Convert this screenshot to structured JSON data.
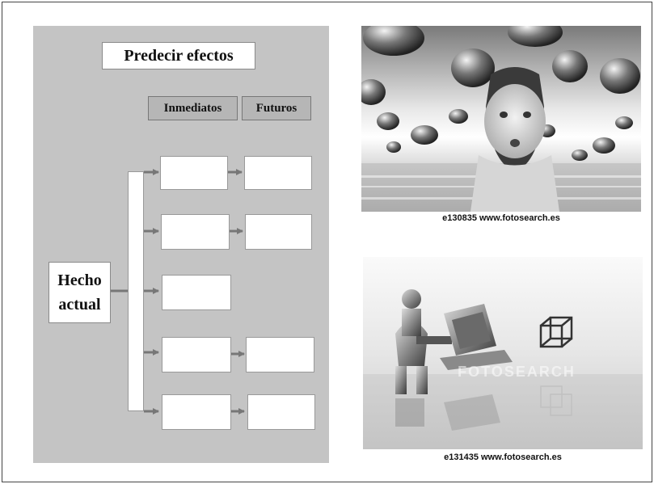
{
  "diagram": {
    "title": "Predecir efectos",
    "columns": {
      "immediate": "Inmediatos",
      "future": "Futuros"
    },
    "source": {
      "line1": "Hecho",
      "line2": "actual"
    },
    "rows": [
      {
        "immediate": "",
        "future": ""
      },
      {
        "immediate": "",
        "future": ""
      },
      {
        "immediate": ""
      },
      {
        "immediate": "",
        "future": ""
      },
      {
        "immediate": "",
        "future": ""
      }
    ]
  },
  "images": [
    {
      "caption": "e130835 www.fotosearch.es"
    },
    {
      "caption": "e131435 www.fotosearch.es",
      "watermark": "FOTOSEARCH"
    }
  ]
}
